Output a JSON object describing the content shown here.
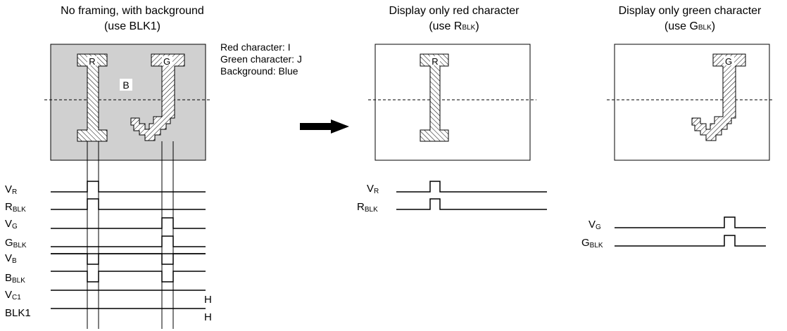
{
  "panels": {
    "left": {
      "title_line1": "No framing, with background",
      "title_line2": "(use BLK1)",
      "box_label": "B"
    },
    "middle": {
      "title_line1": "Display only red character",
      "title_line2_prefix": "(use R",
      "title_line2_sub": "BLK",
      "title_line2_suffix": ")"
    },
    "right": {
      "title_line1": "Display only green character",
      "title_line2_prefix": "(use G",
      "title_line2_sub": "BLK",
      "title_line2_suffix": ")"
    }
  },
  "legend": {
    "red": "Red character: I",
    "green": "Green character: J",
    "background": "Background: Blue"
  },
  "characters": {
    "red": "R",
    "green": "G"
  },
  "signals": {
    "vr": {
      "main": "V",
      "sub": "R"
    },
    "rblk": {
      "main": "R",
      "sub": "BLK"
    },
    "vg": {
      "main": "V",
      "sub": "G"
    },
    "gblk": {
      "main": "G",
      "sub": "BLK"
    },
    "vb": {
      "main": "V",
      "sub": "B"
    },
    "bblk": {
      "main": "B",
      "sub": "BLK"
    },
    "vc1": {
      "main": "V",
      "sub": "C1"
    },
    "blk1": {
      "main": "BLK1",
      "sub": ""
    }
  },
  "level_high": "H",
  "colors": {
    "background_gray": "#d0d0d0",
    "stroke": "#000000"
  },
  "icons": {
    "arrow": "right-arrow-icon"
  }
}
